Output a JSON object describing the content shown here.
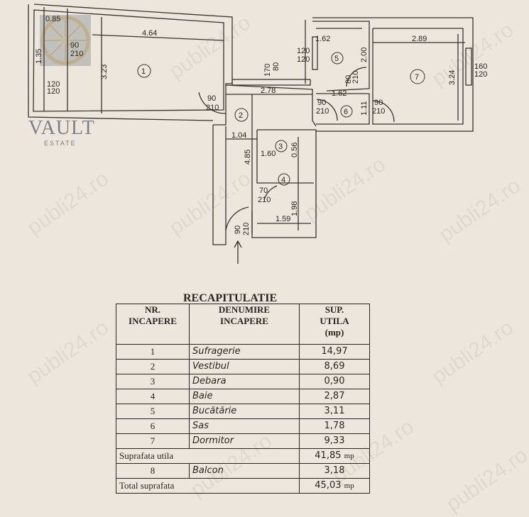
{
  "logo": {
    "name": "VAULT",
    "sub": "ESTATE"
  },
  "watermark": "publi24.ro",
  "plan": {
    "rooms": [
      "1",
      "2",
      "3",
      "4",
      "5",
      "6",
      "7"
    ],
    "dimensions": {
      "r1_width": "4.64",
      "r1_height": "3.23",
      "balcony_a": "0.85",
      "balcony_b": "1.35",
      "balcony_window": "120",
      "balcony_window2": "120",
      "balcony_door_w": "90",
      "balcony_door_h": "210",
      "window_hall_a": "170",
      "window_hall_b": "80",
      "hall_width": "2.78",
      "hall_side": "1.04",
      "hall_length": "4.85",
      "r3_width": "1.60",
      "r3_depth": "0.56",
      "r4_width": "1.59",
      "r4_depth": "1.98",
      "r5_width": "1.62",
      "r5_depth": "2.00",
      "r5_window_a": "120",
      "r5_window_b": "120",
      "r6_width": "1.62",
      "r6_depth": "1.11",
      "r7_width": "2.89",
      "r7_depth": "3.24",
      "r7_window_a": "160",
      "r7_window_b": "120",
      "door_90": "90",
      "door_210": "210",
      "door_80": "80",
      "door_70": "70"
    }
  },
  "table": {
    "title": "RECAPITULATIE",
    "headers": [
      "NR.\nINCAPERE",
      "DENUMIRE\nINCAPERE",
      "SUP.\nUTILA\n(mp)"
    ],
    "rows": [
      {
        "nr": "1",
        "name": "Sufragerie",
        "area": "14,97"
      },
      {
        "nr": "2",
        "name": "Vestibul",
        "area": "8,69"
      },
      {
        "nr": "3",
        "name": "Debara",
        "area": "0,90"
      },
      {
        "nr": "4",
        "name": "Baie",
        "area": "2,87"
      },
      {
        "nr": "5",
        "name": "Bucătărie",
        "area": "3,11"
      },
      {
        "nr": "6",
        "name": "Sas",
        "area": "1,78"
      },
      {
        "nr": "7",
        "name": "Dormitor",
        "area": "9,33"
      }
    ],
    "subtotal_label": "Suprafata utila",
    "subtotal_value": "41,85",
    "balcony": {
      "nr": "8",
      "name": "Balcon",
      "area": "3,18"
    },
    "total_label": "Total suprafata",
    "total_value": "45,03",
    "unit": "mp"
  }
}
